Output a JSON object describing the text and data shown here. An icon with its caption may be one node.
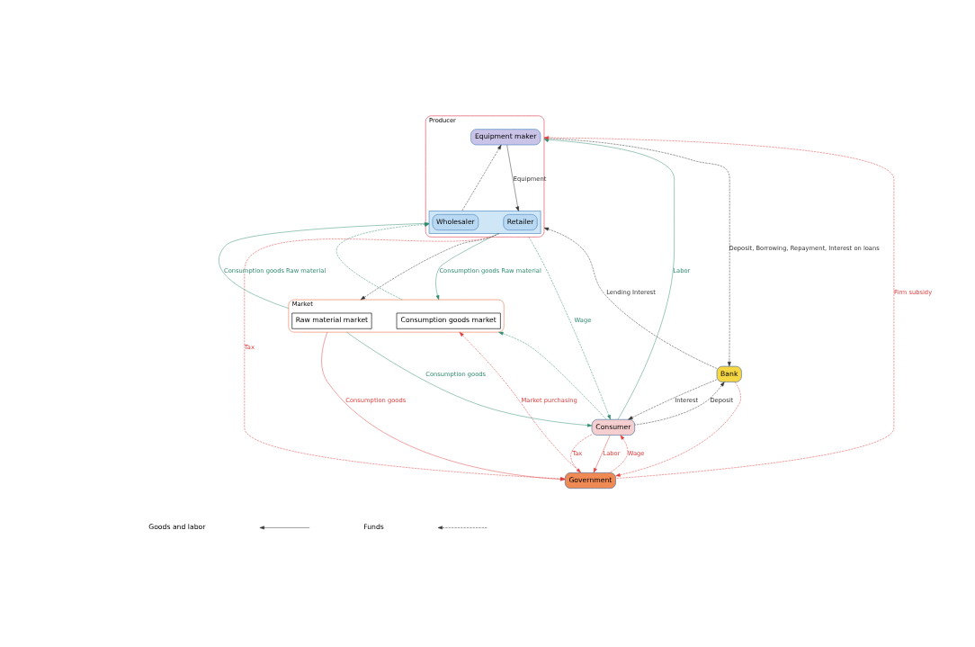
{
  "diagram": {
    "nodes": [
      {
        "text": [
          "Producer"
        ]
      },
      {
        "text": [
          "Equipment maker"
        ],
        "in": 0
      },
      {
        "text": [],
        "shape": "box",
        "in": 0
      },
      {
        "text": [
          "Retailer"
        ],
        "in": 2
      },
      {
        "text": [
          "Wholesaler"
        ],
        "in": 2
      },
      {
        "text": [
          "Market"
        ]
      },
      {
        "text": [
          "Consumption goods market"
        ],
        "in": 5
      },
      {
        "text": [
          "Raw material market"
        ],
        "in": 5
      },
      {
        "text": [
          "Bank"
        ]
      },
      {
        "text": [
          "Consumer"
        ]
      },
      {
        "text": [
          "Government"
        ]
      }
    ],
    "edges": [
      {
        "from": 0,
        "to": 8,
        "arrow": "to",
        "label": "Deposit, Borrowing, Repayment, Interest on loans",
        "style": "dashed",
        "color": "#333333"
      },
      {
        "from": 8,
        "to": 0,
        "arrow": "to",
        "label": "Lending Interest",
        "style": "dashed",
        "color": "#333333"
      },
      {
        "from": 1,
        "to": 2,
        "arrow": "to",
        "label": "Equipment",
        "color": "#333333"
      },
      {
        "from": 2,
        "to": 1,
        "arrow": "to",
        "style": "dashed",
        "color": "#333333"
      },
      {
        "from": 9,
        "to": 0,
        "arrow": "to",
        "label": "Labor",
        "color": "#2e8b6e"
      },
      {
        "from": 0,
        "to": 9,
        "arrow": "to",
        "label": "Wage",
        "style": "dashed",
        "color": "#2e8b6e"
      },
      {
        "from": 2,
        "to": 5,
        "arrow": "to",
        "label": "Consumption goods Raw material",
        "color": "#2e8b6e"
      },
      {
        "from": 2,
        "to": 5,
        "arrow": "to",
        "style": "dashed",
        "color": "#333333"
      },
      {
        "from": 9,
        "to": 5,
        "arrow": "to",
        "style": "dashed",
        "color": "#2e8b6e"
      },
      {
        "from": 5,
        "to": 9,
        "arrow": "to",
        "label": "Consumption goods",
        "color": "#2e8b6e"
      },
      {
        "from": 5,
        "to": 2,
        "arrow": "to",
        "style": "dashed",
        "color": "#2e8b6e"
      },
      {
        "from": 5,
        "to": 2,
        "arrow": "to",
        "label": "Consumption goods Raw material",
        "color": "#2e8b6e"
      },
      {
        "from": 8,
        "to": 9,
        "arrow": "to",
        "label": "Interest",
        "style": "dashed",
        "color": "#333333"
      },
      {
        "from": 9,
        "to": 8,
        "arrow": "to",
        "label": "Deposit",
        "style": "dashed",
        "color": "#333333"
      },
      {
        "from": 8,
        "to": 10,
        "arrow": "to",
        "style": "dashed",
        "color": "#e03c3c"
      },
      {
        "from": 9,
        "to": 10,
        "arrow": "to",
        "label": "Tax",
        "style": "dashed",
        "color": "#e03c3c"
      },
      {
        "from": 9,
        "to": 10,
        "arrow": "to",
        "label": "Labor",
        "color": "#e03c3c"
      },
      {
        "from": 10,
        "to": 9,
        "arrow": "to",
        "label": "Wage",
        "style": "dashed",
        "color": "#e03c3c"
      },
      {
        "from": 10,
        "to": 5,
        "arrow": "to",
        "label": "Market purchasing",
        "style": "dashed",
        "color": "#e03c3c"
      },
      {
        "from": 5,
        "to": 10,
        "arrow": "to",
        "label": "Consumption goods",
        "color": "#e03c3c"
      },
      {
        "from": 10,
        "to": 0,
        "arrow": "to",
        "label": "Firm subsidy",
        "style": "dashed",
        "color": "#e03c3c"
      },
      {
        "from": 0,
        "to": 10,
        "arrow": "to",
        "label": "Tax",
        "style": "dashed",
        "color": "#e03c3c"
      }
    ],
    "legend": [
      {
        "text": "Goods and labor"
      },
      {
        "text": "Funds"
      }
    ]
  }
}
